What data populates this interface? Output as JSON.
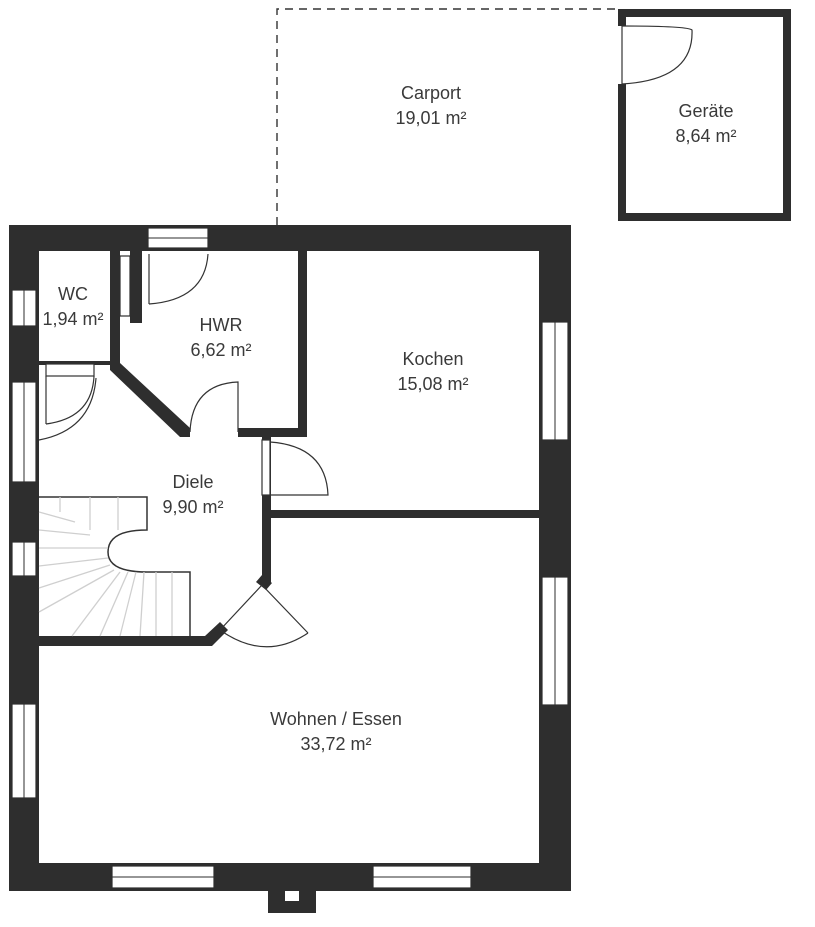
{
  "rooms": {
    "carport": {
      "name": "Carport",
      "area": "19,01 m²"
    },
    "geraete": {
      "name": "Geräte",
      "area": "8,64 m²"
    },
    "wc": {
      "name": "WC",
      "area": "1,94 m²"
    },
    "hwr": {
      "name": "HWR",
      "area": "6,62 m²"
    },
    "kochen": {
      "name": "Kochen",
      "area": "15,08 m²"
    },
    "diele": {
      "name": "Diele",
      "area": "9,90 m²"
    },
    "wohnen": {
      "name": "Wohnen / Essen",
      "area": "33,72 m²"
    }
  },
  "colors": {
    "wall": "#2e2e2e",
    "background": "#ffffff",
    "stair": "#cfcfcf"
  }
}
